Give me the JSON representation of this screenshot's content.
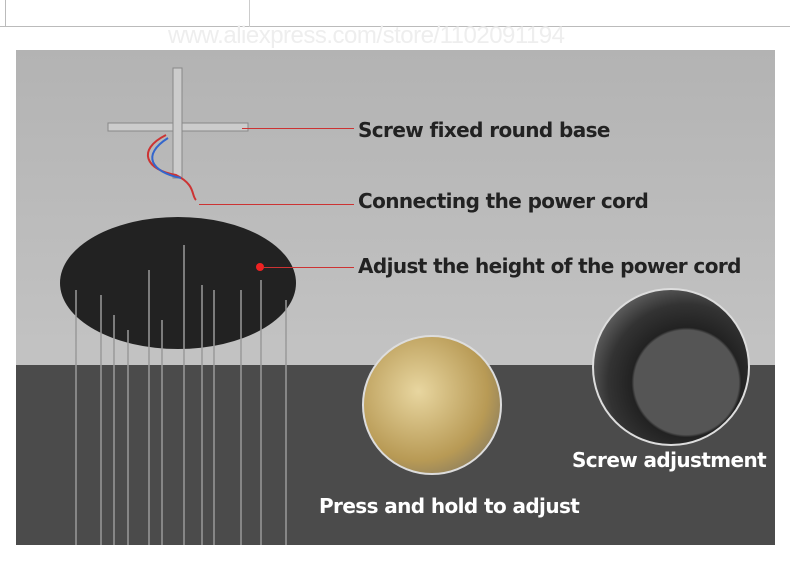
{
  "watermark": "www.aliexpress.com/store/1102091194",
  "labels": {
    "base": "Screw fixed round base",
    "cord": "Connecting the power cord",
    "height": "Adjust the height of the power cord",
    "press": "Press and hold to adjust",
    "screw": "Screw adjustment"
  }
}
